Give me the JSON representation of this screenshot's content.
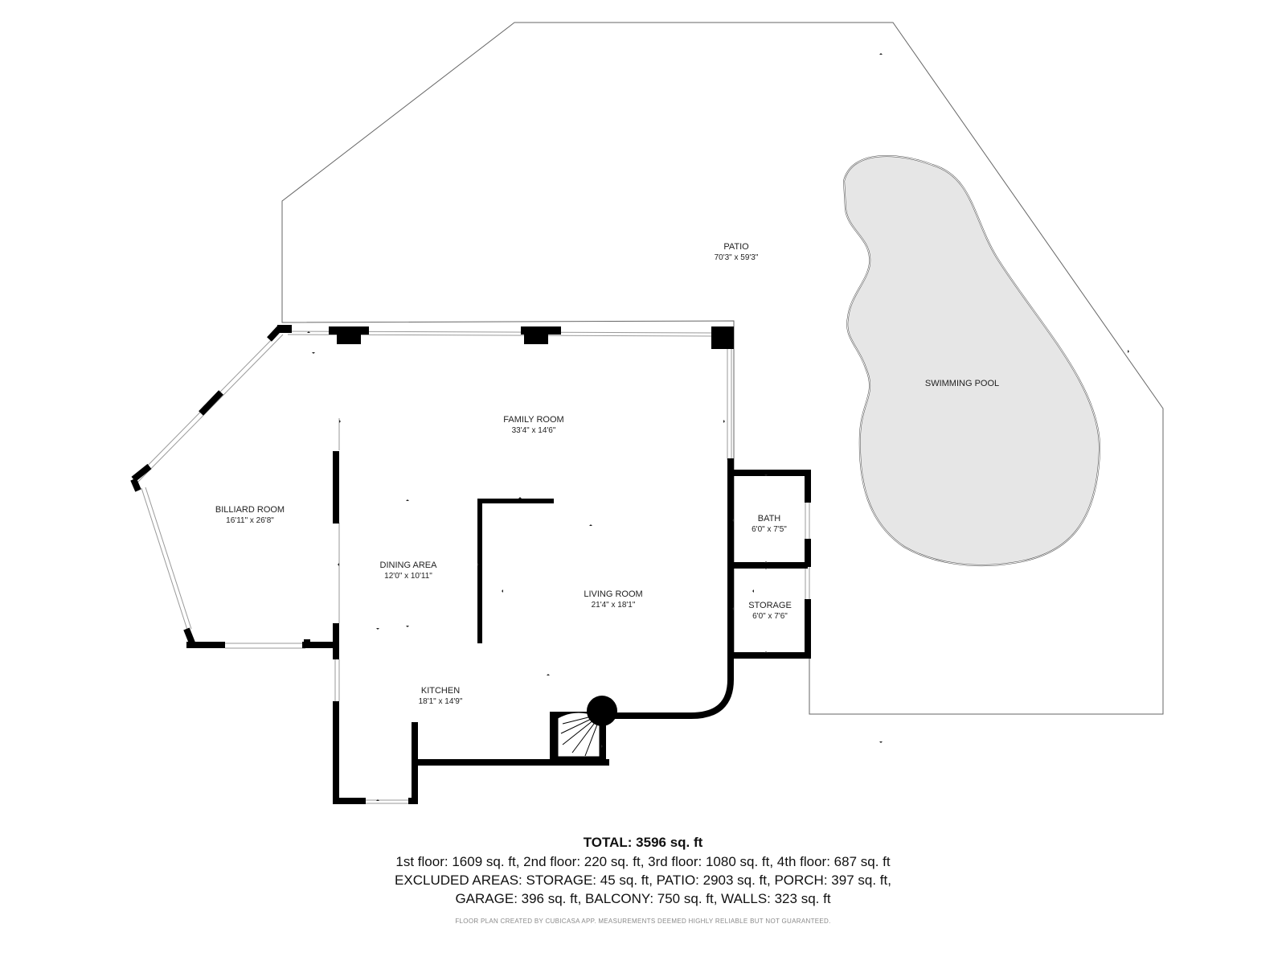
{
  "rooms": {
    "patio": {
      "name": "PATIO",
      "dims": "70'3\" x 59'3\""
    },
    "pool": {
      "name": "SWIMMING POOL"
    },
    "family": {
      "name": "FAMILY ROOM",
      "dims": "33'4\" x 14'6\""
    },
    "billiard": {
      "name": "BILLIARD ROOM",
      "dims": "16'11\" x 26'8\""
    },
    "dining": {
      "name": "DINING AREA",
      "dims": "12'0\" x 10'11\""
    },
    "living": {
      "name": "LIVING ROOM",
      "dims": "21'4\" x 18'1\""
    },
    "kitchen": {
      "name": "KITCHEN",
      "dims": "18'1\" x 14'9\""
    },
    "bath": {
      "name": "BATH",
      "dims": "6'0\" x 7'5\""
    },
    "storage": {
      "name": "STORAGE",
      "dims": "6'0\" x 7'6\""
    }
  },
  "summary": {
    "total": "TOTAL: 3596 sq. ft",
    "line1": "1st floor: 1609 sq. ft, 2nd floor: 220 sq. ft, 3rd floor: 1080 sq. ft, 4th floor: 687 sq. ft",
    "line2": "EXCLUDED AREAS: STORAGE: 45 sq. ft, PATIO: 2903 sq. ft, PORCH: 397 sq. ft,",
    "line3": "GARAGE: 396 sq. ft, BALCONY: 750 sq. ft, WALLS: 323 sq. ft",
    "credit": "FLOOR PLAN CREATED BY CUBICASA APP. MEASUREMENTS DEEMED HIGHLY RELIABLE BUT NOT GUARANTEED."
  },
  "colors": {
    "wall": "#000000",
    "pool_fill": "#e6e6e6",
    "outline": "#666666"
  }
}
